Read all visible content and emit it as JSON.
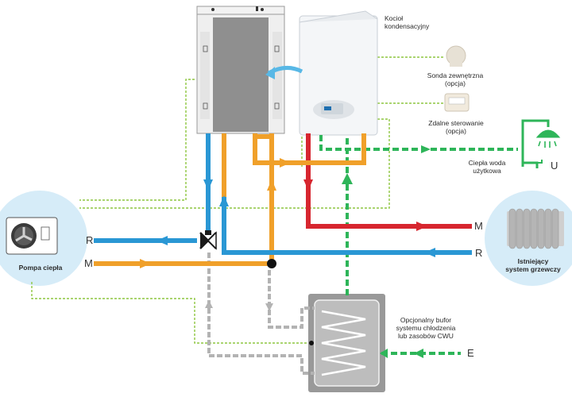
{
  "labels": {
    "boiler": "Kocioł\nkondensacyjny",
    "outdoor_sensor": "Sonda zewnętrzna\n(opcja)",
    "remote_control": "Zdalne sterowanie\n(opcja)",
    "hot_water": "Ciepła woda\nużytkowa",
    "heat_pump": "Pompa ciepła",
    "existing_heating": "Istniejący\nsystem grzewczy",
    "buffer": "Opcjonalny bufor\nsystemu chłodzenia\nlub zasobów CWU"
  },
  "letters": {
    "r_left": "R",
    "m_left": "M",
    "m_right": "M",
    "r_right": "R",
    "u": "U",
    "e": "E"
  },
  "colors": {
    "supply_red": "#d7262f",
    "orange": "#f0a02a",
    "blue": "#2a97d4",
    "grey": "#b3b3b3",
    "green": "#2eb559",
    "control_green": "#8ec640",
    "bubble": "#d6ecf8"
  }
}
